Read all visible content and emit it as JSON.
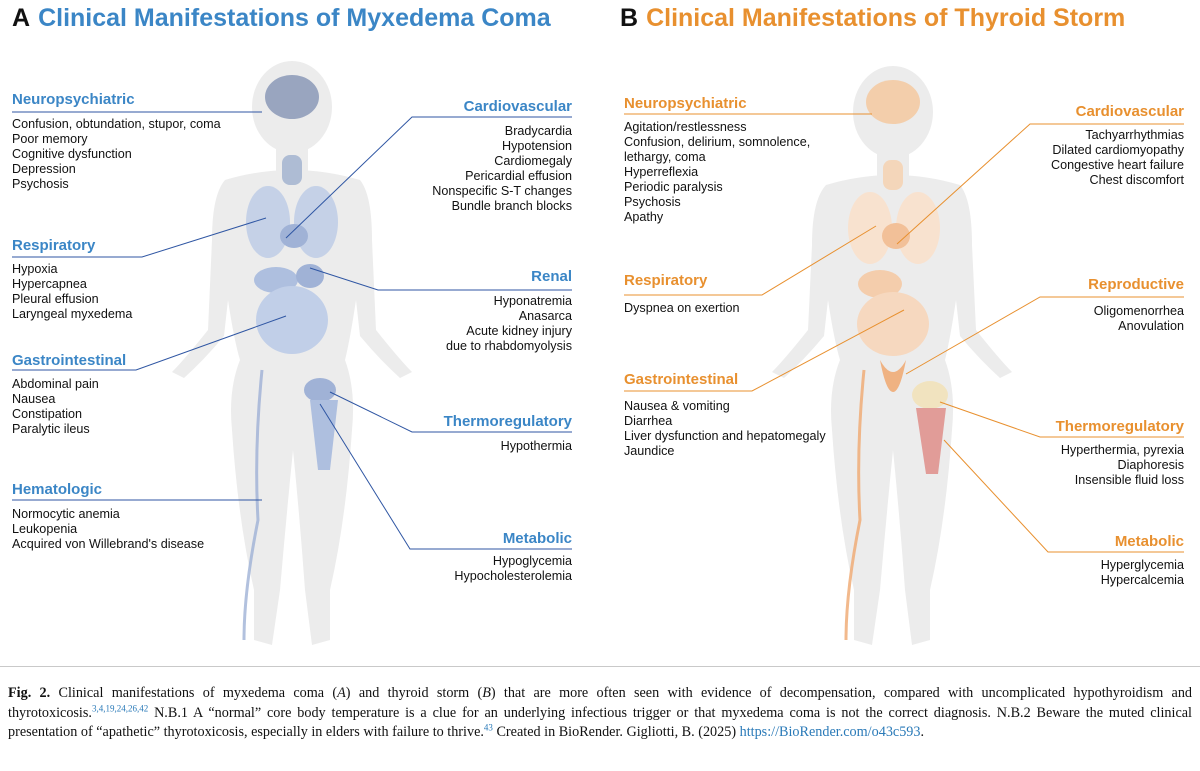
{
  "panelA": {
    "letter": "A",
    "title": "Clinical Manifestations of Myxedema Coma",
    "color": "#3b86c6",
    "groups": {
      "neuro": {
        "heading": "Neuropsychiatric",
        "items": [
          "Confusion, obtundation, stupor, coma",
          "Poor memory",
          "Cognitive dysfunction",
          "Depression",
          "Psychosis"
        ]
      },
      "resp": {
        "heading": "Respiratory",
        "items": [
          "Hypoxia",
          "Hypercapnea",
          "Pleural effusion",
          "Laryngeal myxedema"
        ]
      },
      "gi": {
        "heading": "Gastrointestinal",
        "items": [
          "Abdominal pain",
          "Nausea",
          "Constipation",
          "Paralytic ileus"
        ]
      },
      "heme": {
        "heading": "Hematologic",
        "items": [
          "Normocytic anemia",
          "Leukopenia",
          "Acquired von Willebrand's disease"
        ]
      },
      "cardio": {
        "heading": "Cardiovascular",
        "items": [
          "Bradycardia",
          "Hypotension",
          "Cardiomegaly",
          "Pericardial effusion",
          "Nonspecific S-T changes",
          "Bundle branch blocks"
        ]
      },
      "renal": {
        "heading": "Renal",
        "items": [
          "Hyponatremia",
          "Anasarca",
          "Acute kidney injury",
          "due to rhabdomyolysis"
        ]
      },
      "thermo": {
        "heading": "Thermoregulatory",
        "items": [
          "Hypothermia"
        ]
      },
      "metab": {
        "heading": "Metabolic",
        "items": [
          "Hypoglycemia",
          "Hypocholesterolemia"
        ]
      }
    }
  },
  "panelB": {
    "letter": "B",
    "title": "Clinical Manifestations of Thyroid Storm",
    "color": "#e8902f",
    "groups": {
      "neuro": {
        "heading": "Neuropsychiatric",
        "items": [
          "Agitation/restlessness",
          "Confusion, delirium, somnolence,",
          "lethargy, coma",
          "Hyperreflexia",
          "Periodic paralysis",
          "Psychosis",
          "Apathy"
        ]
      },
      "resp": {
        "heading": "Respiratory",
        "items": [
          "Dyspnea on exertion"
        ]
      },
      "gi": {
        "heading": "Gastrointestinal",
        "items": [
          "Nausea & vomiting",
          "Diarrhea",
          "Liver dysfunction and hepatomegaly",
          "Jaundice"
        ]
      },
      "cardio": {
        "heading": "Cardiovascular",
        "items": [
          "Tachyarrhythmias",
          "Dilated cardiomyopathy",
          "Congestive heart failure",
          "Chest discomfort"
        ]
      },
      "repro": {
        "heading": "Reproductive",
        "items": [
          "Oligomenorrhea",
          "Anovulation"
        ]
      },
      "thermo": {
        "heading": "Thermoregulatory",
        "items": [
          "Hyperthermia, pyrexia",
          "Diaphoresis",
          "Insensible fluid loss"
        ]
      },
      "metab": {
        "heading": "Metabolic",
        "items": [
          "Hyperglycemia",
          "Hypercalcemia"
        ]
      }
    }
  },
  "caption": {
    "label": "Fig. 2.",
    "part1": " Clinical manifestations of myxedema coma (",
    "a": "A",
    "part2": ") and thyroid storm (",
    "b": "B",
    "part3": ") that are more often seen with evidence of decompensation, compared with uncomplicated hypothyroidism and thyrotoxicosis.",
    "refs1": "3,4,19,24,26,42",
    "part4": " N.B.1 A “normal” core body temperature is a clue for an underlying infectious trigger or that myxedema coma is not the correct diagnosis. N.B.2 Beware the muted clinical presentation of “apathetic” thyrotoxicosis, especially in elders with failure to thrive.",
    "refs2": "43",
    "part5": " Created in BioRender. Gigliotti, B. (2025) ",
    "link": "https://BioRender.com/o43c593",
    "end": "."
  }
}
